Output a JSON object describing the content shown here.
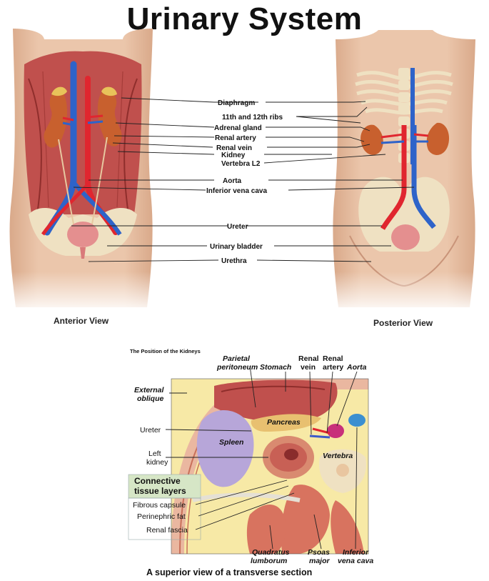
{
  "title": "Urinary System",
  "anterior_view_label": "Anterior View",
  "posterior_view_label": "Posterior View",
  "labels": {
    "diaphragm": "Diaphragm",
    "ribs": "11th and 12th ribs",
    "adrenal": "Adrenal gland",
    "renal_artery": "Renal artery",
    "renal_vein": "Renal vein",
    "kidney": "Kidney",
    "vertebra_l2": "Vertebra L2",
    "aorta": "Aorta",
    "ivc": "Inferior vena cava",
    "ureter": "Ureter",
    "bladder": "Urinary bladder",
    "urethra": "Urethra"
  },
  "section": {
    "heading": "The Position of the Kidneys",
    "caption": "A superior view of a transverse section",
    "parietal_1": "Parietal",
    "parietal_2": "peritoneum",
    "stomach": "Stomach",
    "renal_vein_1": "Renal",
    "renal_vein_2": "vein",
    "renal_artery_1": "Renal",
    "renal_artery_2": "artery",
    "aorta": "Aorta",
    "external_1": "External",
    "external_2": "oblique",
    "ureter": "Ureter",
    "left_kidney_1": "Left",
    "left_kidney_2": "kidney",
    "pancreas": "Pancreas",
    "spleen": "Spleen",
    "vertebra": "Vertebra",
    "connective_1": "Connective",
    "connective_2": "tissue layers",
    "fibrous": "Fibrous capsule",
    "perinephric": "Perinephric fat",
    "renal_fascia": "Renal fascia",
    "quadratus_1": "Quadratus",
    "quadratus_2": "lumborum",
    "psoas_1": "Psoas",
    "psoas_2": "major",
    "ivc_1": "Inferior",
    "ivc_2": "vena cava"
  },
  "colors": {
    "skin": "#e8c2a6",
    "muscle": "#c0504d",
    "artery": "#e0262f",
    "vein": "#2e63c9",
    "kidney": "#c8602e",
    "bone": "#efe1c2",
    "bladder": "#e48f8f",
    "fat": "#f4e08a",
    "spleen": "#b7a6d9",
    "connective_box": "#d6e6c6"
  }
}
